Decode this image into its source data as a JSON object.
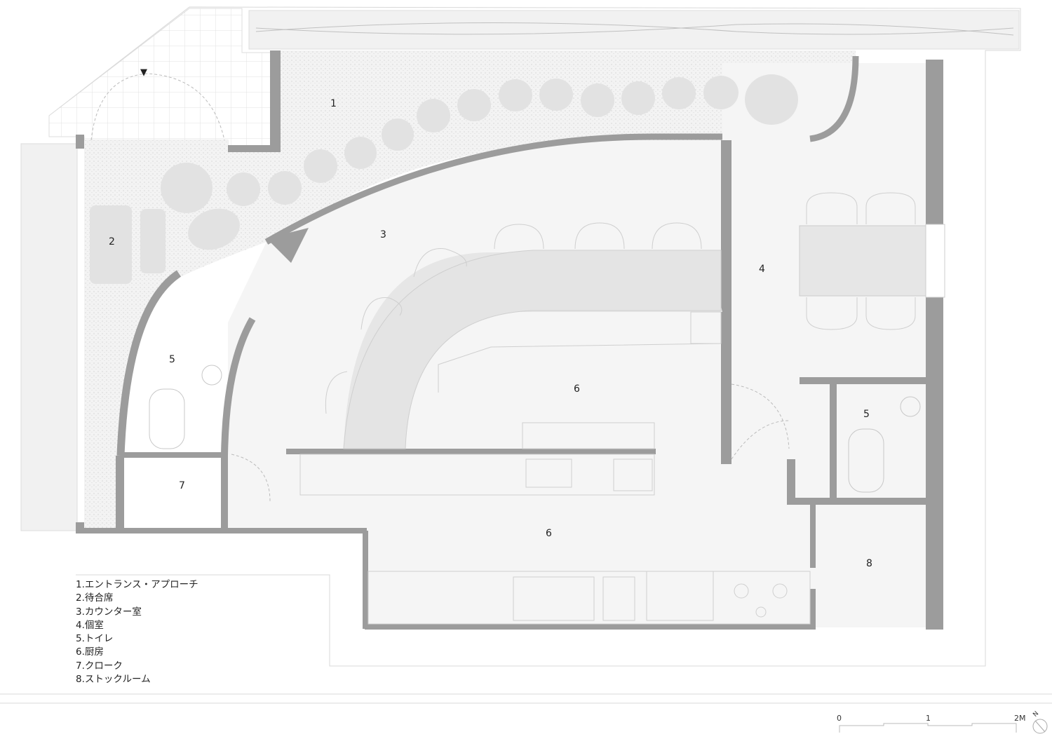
{
  "rooms": [
    {
      "number": "1"
    },
    {
      "number": "2"
    },
    {
      "number": "3"
    },
    {
      "number": "4"
    },
    {
      "number": "5"
    },
    {
      "number": "6"
    },
    {
      "number": "7"
    },
    {
      "number": "8"
    },
    {
      "number": "5"
    },
    {
      "number": "6"
    }
  ],
  "legend": [
    "1.エントランス・アプローチ",
    "2.待合席",
    "3.カウンター室",
    "4.個室",
    "5.トイレ",
    "6.厨房",
    "7.クローク",
    "8.ストックルーム"
  ],
  "scale": {
    "zero": "0",
    "one": "1",
    "two": "2M"
  },
  "north": "N",
  "entrance_marker": "▼",
  "colors": {
    "wall": "#9c9c9c",
    "floor": "#f4f4f4",
    "line": "#cfcfcf"
  }
}
